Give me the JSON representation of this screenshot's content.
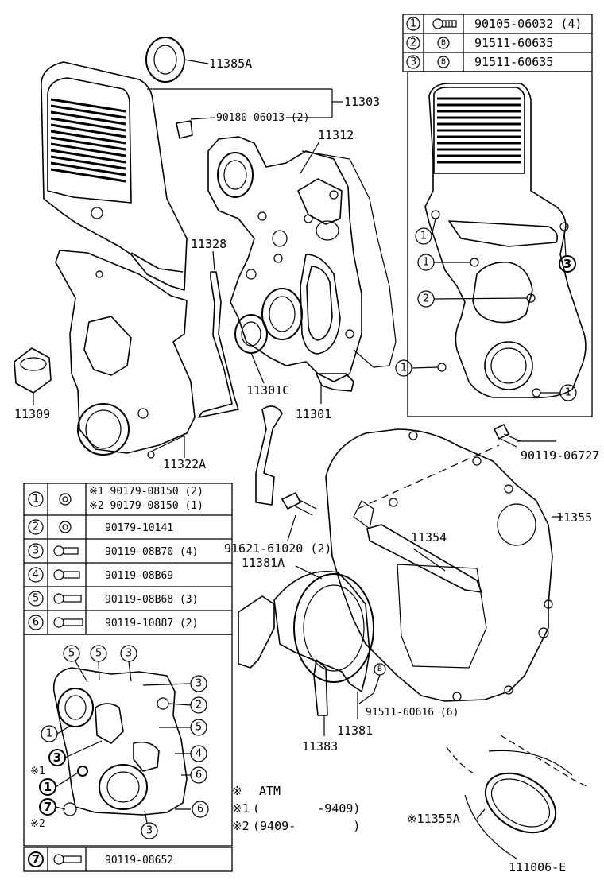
{
  "figure_code": "111006-E",
  "callouts": {
    "p11385A": "11385A",
    "p11303": "11303",
    "p90180": "90180-06013 (2)",
    "p11312": "11312",
    "p11328": "11328",
    "p11309": "11309",
    "p11322A": "11322A",
    "p11301C": "11301C",
    "p11301": "11301",
    "p90119_06727": "90119-06727",
    "p11355": "11355",
    "p11354": "11354",
    "p91621": "91621-61020 (2)",
    "p11381A": "11381A",
    "p91511_60616": "91511-60616 (6)",
    "p11381": "11381",
    "p11383": "11383",
    "p11355A": "※11355A"
  },
  "top_table": [
    {
      "ref": "1",
      "part": "90105-06032 (4)"
    },
    {
      "ref": "2",
      "part": "91511-60635"
    },
    {
      "ref": "3",
      "part": "91511-60635"
    }
  ],
  "bottom_table": [
    {
      "ref": "1",
      "line1": "※1 90179-08150 (2)",
      "line2": "※2 90179-08150 (1)"
    },
    {
      "ref": "2",
      "line1": "90179-10141"
    },
    {
      "ref": "3",
      "line1": "90119-08B70 (4)"
    },
    {
      "ref": "4",
      "line1": "90119-08B69"
    },
    {
      "ref": "5",
      "line1": "90119-08B68 (3)"
    },
    {
      "ref": "6",
      "line1": "90119-10887 (2)"
    }
  ],
  "footer_table": {
    "ref": "7",
    "part": "90119-08652"
  },
  "bolt_letter": "B",
  "notes": {
    "n0_mark": "※",
    "n0": "ATM",
    "n1_mark": "※1",
    "n1": "(        -9409)",
    "n2_mark": "※2",
    "n2": "(9409-        )"
  },
  "inset_labels": {
    "mark1": "※1",
    "mark2": "※2"
  }
}
